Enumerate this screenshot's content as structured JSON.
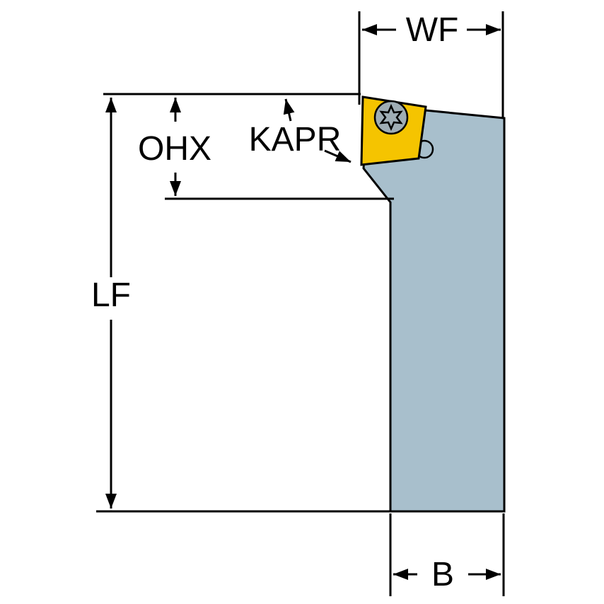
{
  "diagram": {
    "labels": {
      "wf": "WF",
      "ohx": "OHX",
      "kapr": "KAPR",
      "lf": "LF",
      "b": "B"
    },
    "colors": {
      "background": "#ffffff",
      "body": "#a8bfcc",
      "insert": "#f5c400",
      "screw": "#9fadb5",
      "outline": "#000000"
    }
  }
}
